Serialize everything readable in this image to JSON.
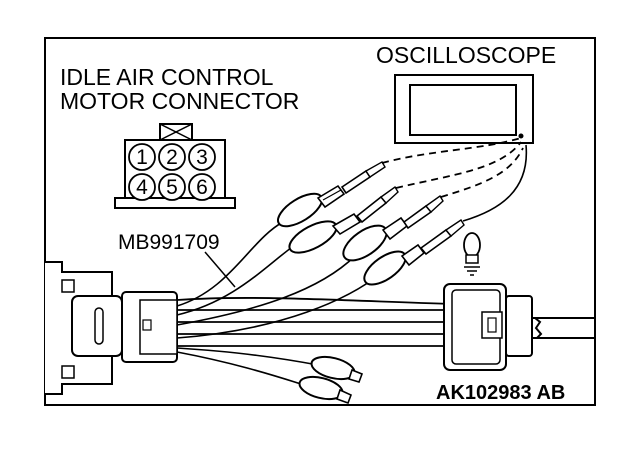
{
  "diagram": {
    "connector_label_line1": "IDLE AIR CONTROL",
    "connector_label_line2": "MOTOR CONNECTOR",
    "oscilloscope_label": "OSCILLOSCOPE",
    "test_harness_label": "MB991709",
    "reference_code": "AK102983 AB",
    "pin_numbers": [
      "1",
      "2",
      "3",
      "4",
      "5",
      "6"
    ]
  }
}
